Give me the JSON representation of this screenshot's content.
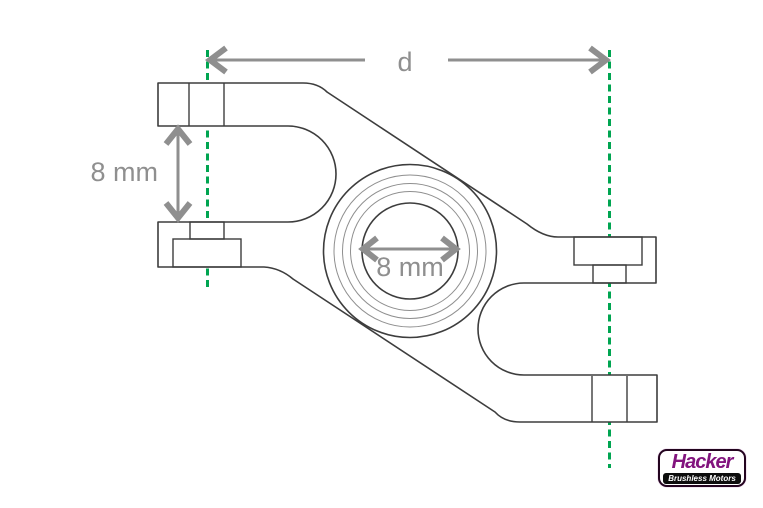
{
  "diagram": {
    "title": "motor-mount-top-view-drawing",
    "dimensions": {
      "top": {
        "label": "d"
      },
      "left": {
        "label": "8 mm"
      },
      "bore": {
        "label": "8 mm"
      }
    },
    "colors": {
      "outline": "#3d3d3d",
      "thin_line": "#8f8f8f",
      "dimension": "#8f8f8f",
      "centerline_green": "#00a551",
      "background": "#ffffff"
    }
  },
  "logo": {
    "brand": "Hacker",
    "tagline": "Brushless Motors",
    "brand_color": "#82147e",
    "bar_color": "#0d0d0d",
    "border_color": "#23041f"
  }
}
